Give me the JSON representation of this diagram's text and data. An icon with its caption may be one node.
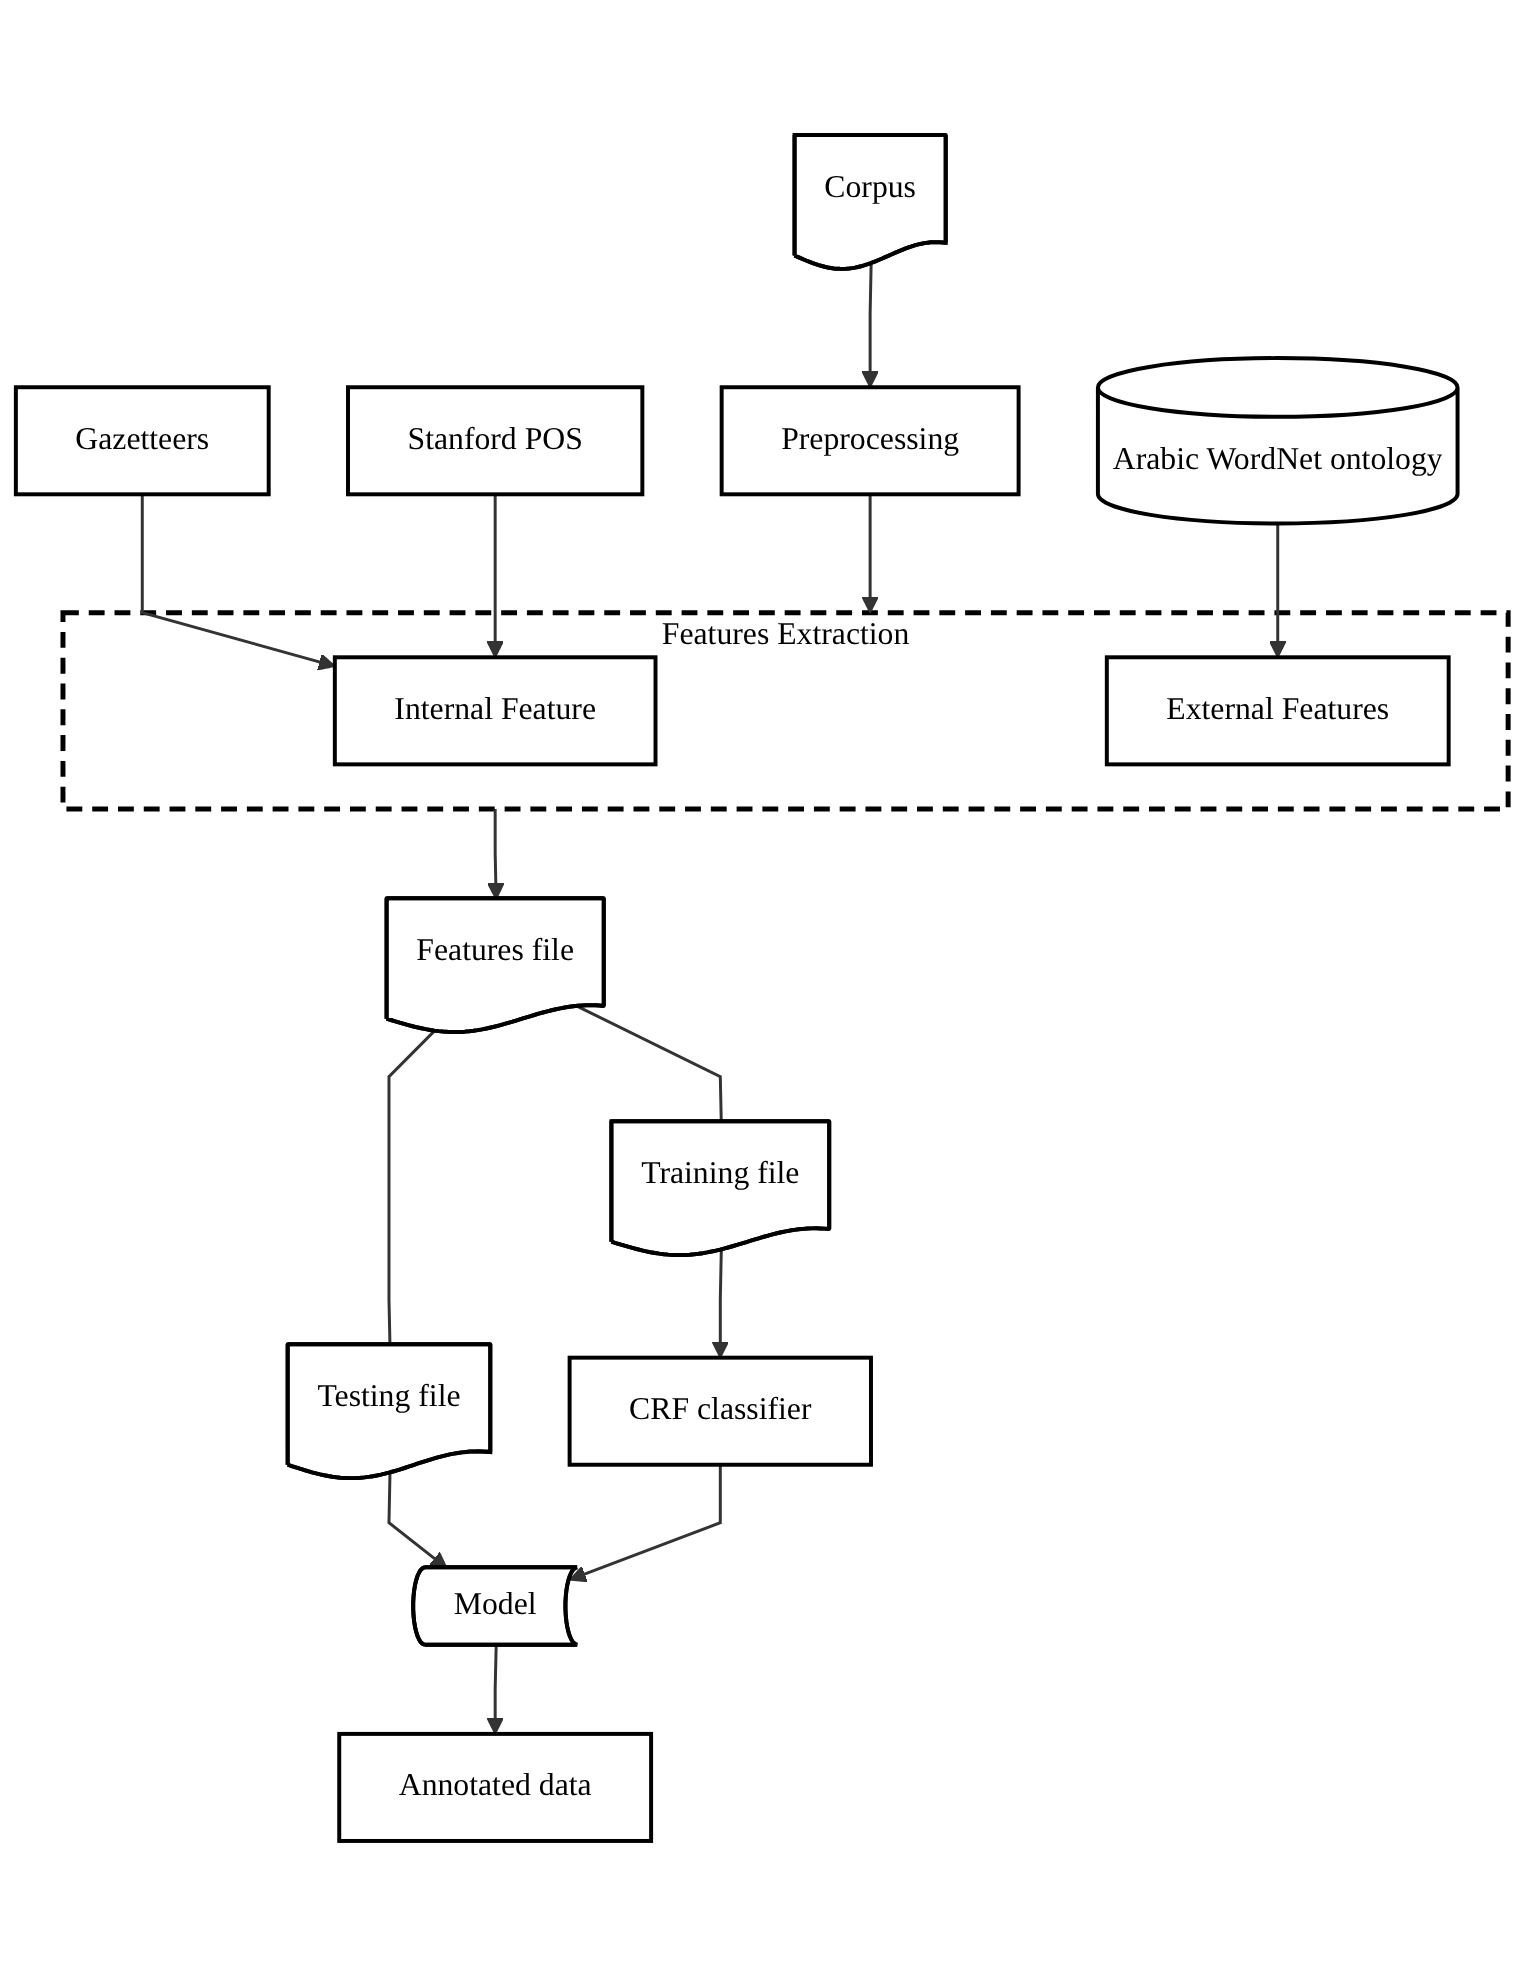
{
  "diagram": {
    "nodes": [
      {
        "text": [
          "Corpus"
        ]
      },
      {
        "text": [
          "Preprocessing"
        ]
      },
      {
        "text": [
          "Features Extraction"
        ]
      },
      {
        "text": [
          "Internal Feature"
        ],
        "in": 2
      },
      {
        "text": [
          "External Features"
        ],
        "in": 2
      },
      {
        "text": [
          "Gazetteers"
        ]
      },
      {
        "text": [
          "Stanford POS"
        ]
      },
      {
        "text": [
          "Arabic WordNet ontology"
        ]
      },
      {
        "text": [
          "Features file"
        ]
      },
      {
        "text": [
          "Training file"
        ]
      },
      {
        "text": [
          "Testing file"
        ]
      },
      {
        "text": [
          "CRF classifier"
        ]
      },
      {
        "text": [
          "Model"
        ]
      },
      {
        "text": [
          "Annotated data"
        ]
      }
    ],
    "edges": [
      {
        "from": 0,
        "to": 1,
        "arrow": "to"
      },
      {
        "from": 1,
        "to": 2,
        "arrow": "to"
      },
      {
        "from": 5,
        "to": 3,
        "arrow": "to"
      },
      {
        "from": 6,
        "to": 3,
        "arrow": "to"
      },
      {
        "from": 7,
        "to": 4,
        "arrow": "to"
      },
      {
        "from": 2,
        "to": 8,
        "arrow": "to"
      },
      {
        "from": 8,
        "to": 9,
        "arrow": "none"
      },
      {
        "from": 8,
        "to": 10,
        "arrow": "none"
      },
      {
        "from": 9,
        "to": 11,
        "arrow": "to"
      },
      {
        "from": 10,
        "to": 12,
        "arrow": "to"
      },
      {
        "from": 11,
        "to": 12,
        "arrow": "to"
      },
      {
        "from": 12,
        "to": 13,
        "arrow": "to"
      }
    ]
  }
}
